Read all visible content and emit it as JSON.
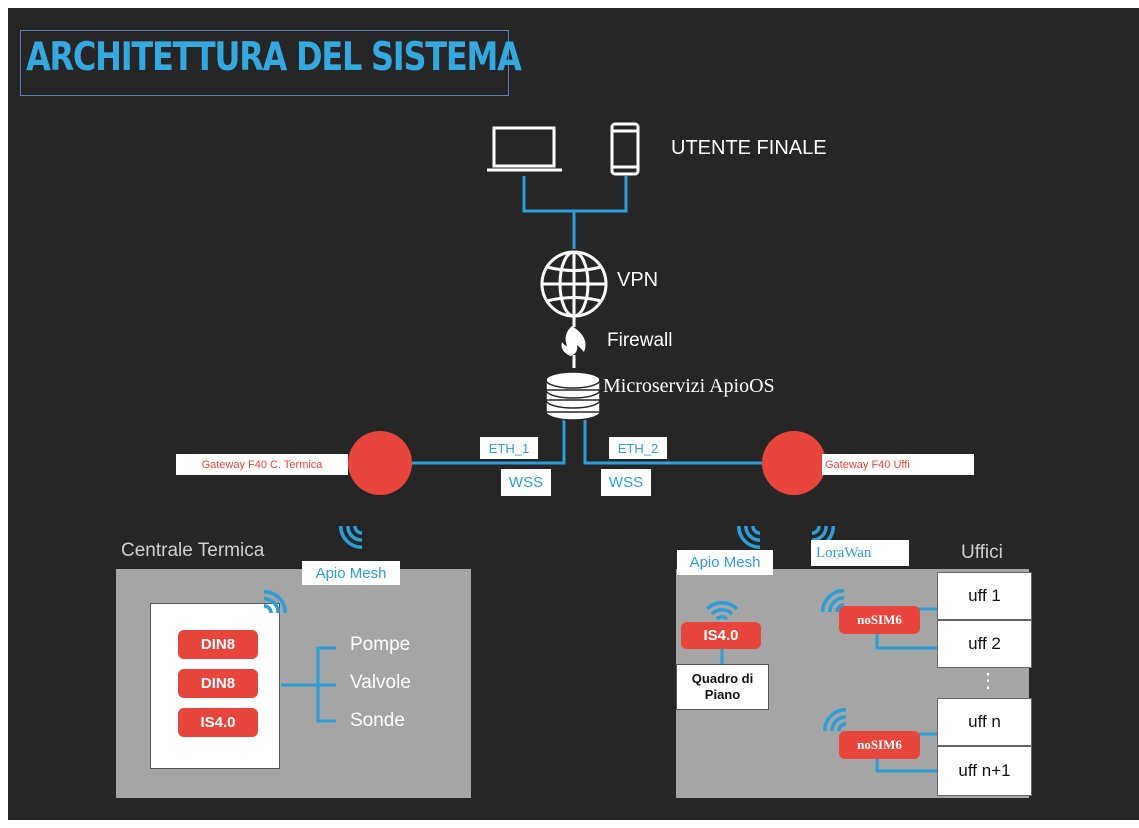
{
  "title": "ARCHITETTURA DEL SISTEMA",
  "colors": {
    "background": "#262626",
    "accent_blue": "#2c9fd9",
    "gateway_red": "#e8453c",
    "panel_gray": "#a5a5a5",
    "title_blue": "#33a9e0"
  },
  "top": {
    "user_label": "UTENTE FINALE",
    "vpn_label": "VPN",
    "firewall_label": "Firewall",
    "microservices_label": "Microservizi ApioOS",
    "icons": [
      "laptop-icon",
      "smartphone-icon",
      "globe-icon",
      "flame-icon",
      "server-icon"
    ]
  },
  "links": {
    "eth1": "ETH_1",
    "eth2": "ETH_2",
    "wss_left": "WSS",
    "wss_right": "WSS"
  },
  "gateways": {
    "left": "Gateway F40 C. Termica",
    "right": "Gateway F40 Uffi"
  },
  "centrale": {
    "title": "Centrale Termica",
    "mesh_label": "Apio Mesh",
    "devices": [
      "DIN8",
      "DIN8",
      "IS4.0"
    ],
    "outputs": [
      "Pompe",
      "Valvole",
      "Sonde"
    ]
  },
  "uffici": {
    "title": "Uffici",
    "mesh_label": "Apio Mesh",
    "lora_label": "LoraWan",
    "is_device": "IS4.0",
    "quadro_line1": "Quadro di",
    "quadro_line2": "Piano",
    "nosim_top": "noSIM6",
    "nosim_bottom": "noSIM6",
    "offices": [
      "uff 1",
      "uff 2",
      "uff n",
      "uff n+1"
    ],
    "ellipsis": "⋮"
  }
}
